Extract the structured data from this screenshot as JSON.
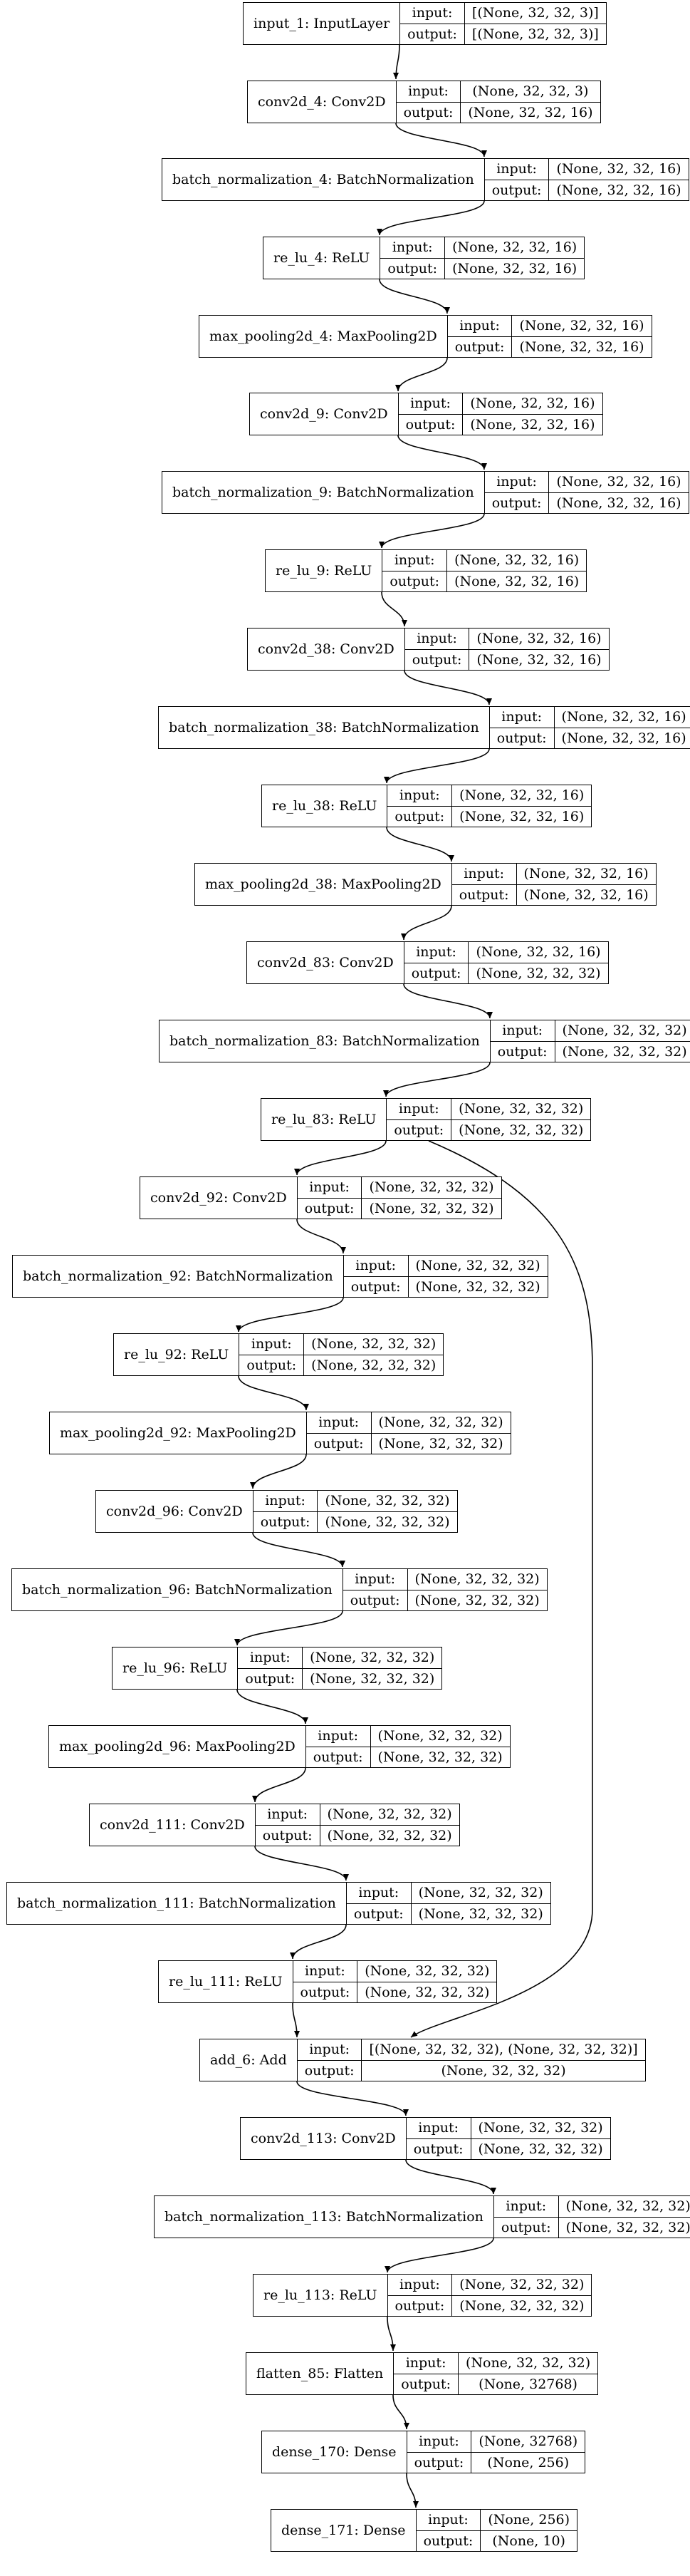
{
  "io_labels": {
    "input": "input:",
    "output": "output:"
  },
  "nodes": [
    {
      "id": "n0",
      "name": "input_1: InputLayer",
      "input": "[(None, 32, 32, 3)]",
      "output": "[(None, 32, 32, 3)]"
    },
    {
      "id": "n1",
      "name": "conv2d_4: Conv2D",
      "input": "(None, 32, 32, 3)",
      "output": "(None, 32, 32, 16)"
    },
    {
      "id": "n2",
      "name": "batch_normalization_4: BatchNormalization",
      "input": "(None, 32, 32, 16)",
      "output": "(None, 32, 32, 16)"
    },
    {
      "id": "n3",
      "name": "re_lu_4: ReLU",
      "input": "(None, 32, 32, 16)",
      "output": "(None, 32, 32, 16)"
    },
    {
      "id": "n4",
      "name": "max_pooling2d_4: MaxPooling2D",
      "input": "(None, 32, 32, 16)",
      "output": "(None, 32, 32, 16)"
    },
    {
      "id": "n5",
      "name": "conv2d_9: Conv2D",
      "input": "(None, 32, 32, 16)",
      "output": "(None, 32, 32, 16)"
    },
    {
      "id": "n6",
      "name": "batch_normalization_9: BatchNormalization",
      "input": "(None, 32, 32, 16)",
      "output": "(None, 32, 32, 16)"
    },
    {
      "id": "n7",
      "name": "re_lu_9: ReLU",
      "input": "(None, 32, 32, 16)",
      "output": "(None, 32, 32, 16)"
    },
    {
      "id": "n8",
      "name": "conv2d_38: Conv2D",
      "input": "(None, 32, 32, 16)",
      "output": "(None, 32, 32, 16)"
    },
    {
      "id": "n9",
      "name": "batch_normalization_38: BatchNormalization",
      "input": "(None, 32, 32, 16)",
      "output": "(None, 32, 32, 16)"
    },
    {
      "id": "n10",
      "name": "re_lu_38: ReLU",
      "input": "(None, 32, 32, 16)",
      "output": "(None, 32, 32, 16)"
    },
    {
      "id": "n11",
      "name": "max_pooling2d_38: MaxPooling2D",
      "input": "(None, 32, 32, 16)",
      "output": "(None, 32, 32, 16)"
    },
    {
      "id": "n12",
      "name": "conv2d_83: Conv2D",
      "input": "(None, 32, 32, 16)",
      "output": "(None, 32, 32, 32)"
    },
    {
      "id": "n13",
      "name": "batch_normalization_83: BatchNormalization",
      "input": "(None, 32, 32, 32)",
      "output": "(None, 32, 32, 32)"
    },
    {
      "id": "n14",
      "name": "re_lu_83: ReLU",
      "input": "(None, 32, 32, 32)",
      "output": "(None, 32, 32, 32)"
    },
    {
      "id": "n15",
      "name": "conv2d_92: Conv2D",
      "input": "(None, 32, 32, 32)",
      "output": "(None, 32, 32, 32)"
    },
    {
      "id": "n16",
      "name": "batch_normalization_92: BatchNormalization",
      "input": "(None, 32, 32, 32)",
      "output": "(None, 32, 32, 32)"
    },
    {
      "id": "n17",
      "name": "re_lu_92: ReLU",
      "input": "(None, 32, 32, 32)",
      "output": "(None, 32, 32, 32)"
    },
    {
      "id": "n18",
      "name": "max_pooling2d_92: MaxPooling2D",
      "input": "(None, 32, 32, 32)",
      "output": "(None, 32, 32, 32)"
    },
    {
      "id": "n19",
      "name": "conv2d_96: Conv2D",
      "input": "(None, 32, 32, 32)",
      "output": "(None, 32, 32, 32)"
    },
    {
      "id": "n20",
      "name": "batch_normalization_96: BatchNormalization",
      "input": "(None, 32, 32, 32)",
      "output": "(None, 32, 32, 32)"
    },
    {
      "id": "n21",
      "name": "re_lu_96: ReLU",
      "input": "(None, 32, 32, 32)",
      "output": "(None, 32, 32, 32)"
    },
    {
      "id": "n22",
      "name": "max_pooling2d_96: MaxPooling2D",
      "input": "(None, 32, 32, 32)",
      "output": "(None, 32, 32, 32)"
    },
    {
      "id": "n23",
      "name": "conv2d_111: Conv2D",
      "input": "(None, 32, 32, 32)",
      "output": "(None, 32, 32, 32)"
    },
    {
      "id": "n24",
      "name": "batch_normalization_111: BatchNormalization",
      "input": "(None, 32, 32, 32)",
      "output": "(None, 32, 32, 32)"
    },
    {
      "id": "n25",
      "name": "re_lu_111: ReLU",
      "input": "(None, 32, 32, 32)",
      "output": "(None, 32, 32, 32)"
    },
    {
      "id": "n26",
      "name": "add_6: Add",
      "input": "[(None, 32, 32, 32), (None, 32, 32, 32)]",
      "output": "(None, 32, 32, 32)"
    },
    {
      "id": "n27",
      "name": "conv2d_113: Conv2D",
      "input": "(None, 32, 32, 32)",
      "output": "(None, 32, 32, 32)"
    },
    {
      "id": "n28",
      "name": "batch_normalization_113: BatchNormalization",
      "input": "(None, 32, 32, 32)",
      "output": "(None, 32, 32, 32)"
    },
    {
      "id": "n29",
      "name": "re_lu_113: ReLU",
      "input": "(None, 32, 32, 32)",
      "output": "(None, 32, 32, 32)"
    },
    {
      "id": "n30",
      "name": "flatten_85: Flatten",
      "input": "(None, 32, 32, 32)",
      "output": "(None, 32768)"
    },
    {
      "id": "n31",
      "name": "dense_170: Dense",
      "input": "(None, 32768)",
      "output": "(None, 256)"
    },
    {
      "id": "n32",
      "name": "dense_171: Dense",
      "input": "(None, 256)",
      "output": "(None, 10)"
    }
  ],
  "edges": [
    [
      "n0",
      "n1"
    ],
    [
      "n1",
      "n2"
    ],
    [
      "n2",
      "n3"
    ],
    [
      "n3",
      "n4"
    ],
    [
      "n4",
      "n5"
    ],
    [
      "n5",
      "n6"
    ],
    [
      "n6",
      "n7"
    ],
    [
      "n7",
      "n8"
    ],
    [
      "n8",
      "n9"
    ],
    [
      "n9",
      "n10"
    ],
    [
      "n10",
      "n11"
    ],
    [
      "n11",
      "n12"
    ],
    [
      "n12",
      "n13"
    ],
    [
      "n13",
      "n14"
    ],
    [
      "n14",
      "n15"
    ],
    [
      "n14",
      "n26"
    ],
    [
      "n15",
      "n16"
    ],
    [
      "n16",
      "n17"
    ],
    [
      "n17",
      "n18"
    ],
    [
      "n18",
      "n19"
    ],
    [
      "n19",
      "n20"
    ],
    [
      "n20",
      "n21"
    ],
    [
      "n21",
      "n22"
    ],
    [
      "n22",
      "n23"
    ],
    [
      "n23",
      "n24"
    ],
    [
      "n24",
      "n25"
    ],
    [
      "n25",
      "n26"
    ],
    [
      "n26",
      "n27"
    ],
    [
      "n27",
      "n28"
    ],
    [
      "n28",
      "n29"
    ],
    [
      "n29",
      "n30"
    ],
    [
      "n30",
      "n31"
    ],
    [
      "n31",
      "n32"
    ]
  ]
}
